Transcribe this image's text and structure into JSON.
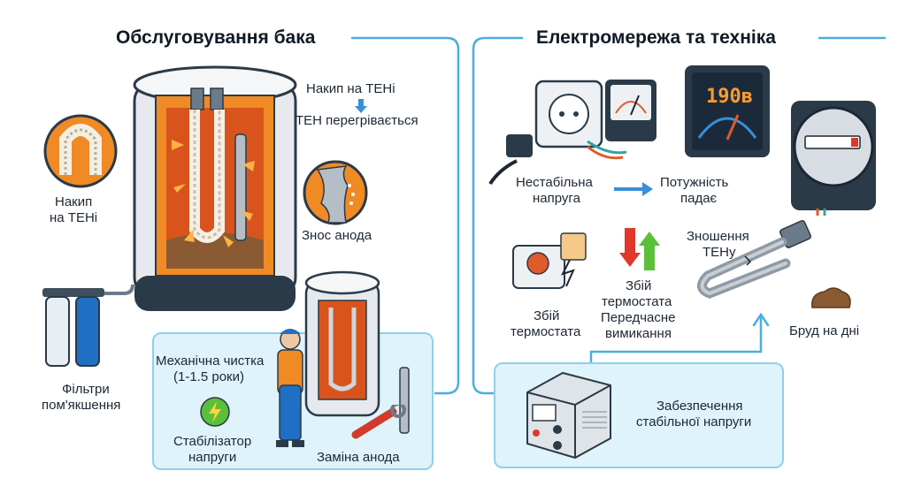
{
  "left": {
    "title": "Обслуговування бака",
    "scale_on_element_top": "Накип на ТЕНі",
    "element_overheats": "ТЕН перегрівається",
    "scale_on_element_closeup_line1": "Накип",
    "scale_on_element_closeup_line2": "на ТЕНі",
    "anode_wear": "Знос анода",
    "softening_filters_line1": "Фільтри",
    "softening_filters_line2": "пом'якшення",
    "mechanical_cleaning_line1": "Механічна чистка",
    "mechanical_cleaning_line2": "(1-1.5 роки)",
    "stabilizer_line1": "Стабілізатор",
    "stabilizer_line2": "напруги",
    "anode_replacement": "Заміна анода"
  },
  "right": {
    "title": "Електромережа та техніка",
    "unstable_voltage_line1": "Нестабільна",
    "unstable_voltage_line2": "напруга",
    "power_drops_line1": "Потужність",
    "power_drops_line2": "падає",
    "display_voltage": "190в",
    "element_wear_line1": "Зношення",
    "element_wear_line2": "ТЕНу",
    "thermostat_fail_line1": "Збій",
    "thermostat_fail_line2": "термостата",
    "thermostat_fail2_line1": "Збій",
    "thermostat_fail2_line2": "термостата",
    "premature_shutdown_line1": "Передчасне",
    "premature_shutdown_line2": "вимикання",
    "sediment": "Бруд на дні",
    "stable_supply_line1": "Забезпечення",
    "stable_supply_line2": "стабільної напруги"
  },
  "colors": {
    "connector_blue": "#4aaee0",
    "panel_fill": "#dff3fb",
    "hot_orange": "#f08a24",
    "title_text": "#0f1a26"
  }
}
